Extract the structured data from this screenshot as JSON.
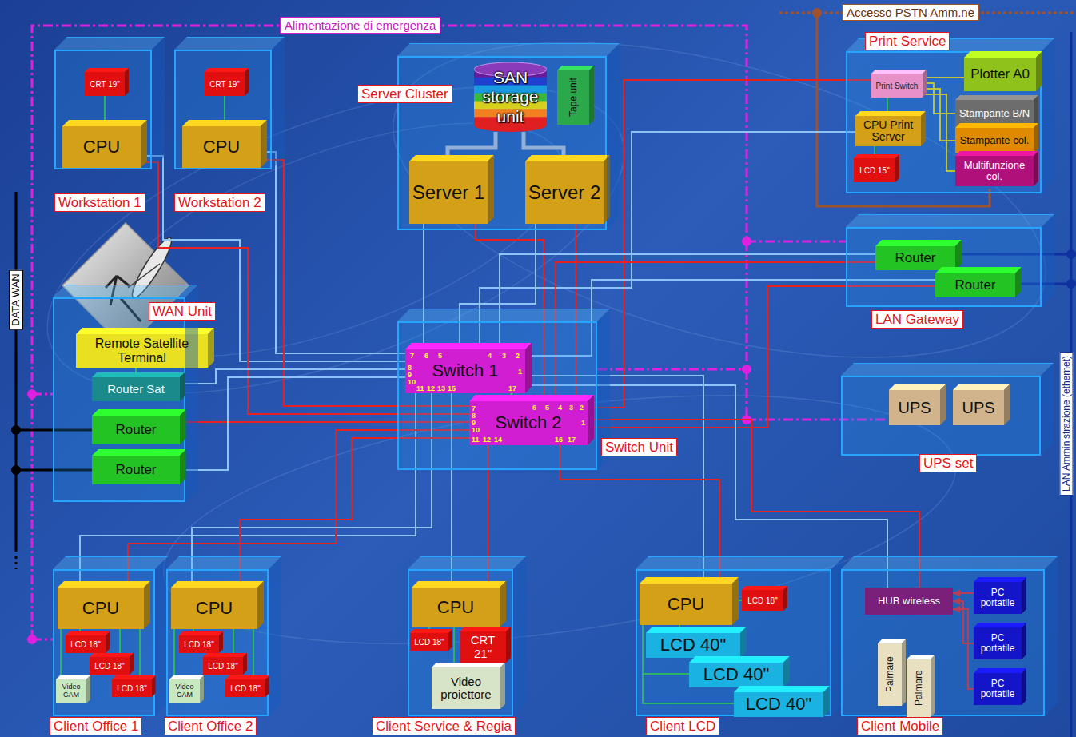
{
  "diagram": {
    "nodes": [
      {
        "text": [
          "Workstation 1"
        ]
      },
      {
        "text": [
          "CRT 19\""
        ],
        "in": 0
      },
      {
        "text": [
          "CPU"
        ],
        "in": 0
      },
      {
        "text": [
          "Workstation 2"
        ]
      },
      {
        "text": [
          "CRT 19\""
        ],
        "in": 3
      },
      {
        "text": [
          "CPU"
        ],
        "in": 3
      },
      {
        "text": [
          "Server Cluster"
        ]
      },
      {
        "text": [
          "SAN storage unit"
        ],
        "in": 6
      },
      {
        "text": [
          "Tape unit"
        ],
        "in": 6
      },
      {
        "text": [
          "Server 1"
        ],
        "in": 6
      },
      {
        "text": [
          "Server 2"
        ],
        "in": 6
      },
      {
        "text": [
          "Print Service"
        ]
      },
      {
        "text": [
          "Print Switch"
        ],
        "in": 11
      },
      {
        "text": [
          "Plotter A0"
        ],
        "in": 11
      },
      {
        "text": [
          "CPU Print Server"
        ],
        "in": 11
      },
      {
        "text": [
          "Stampante B/N"
        ],
        "in": 11
      },
      {
        "text": [
          "Stampante col."
        ],
        "in": 11
      },
      {
        "text": [
          "Multifunzione col."
        ],
        "in": 11
      },
      {
        "text": [
          "LCD 15\""
        ],
        "in": 11
      },
      {
        "text": [
          "WAN Unit"
        ]
      },
      {
        "text": [
          "Remote Satellite Terminal"
        ],
        "in": 19
      },
      {
        "text": [
          "Router Sat"
        ],
        "in": 19
      },
      {
        "text": [
          "Router"
        ],
        "in": 19
      },
      {
        "text": [
          "Router"
        ],
        "in": 19
      },
      {
        "text": [
          "Switch Unit"
        ]
      },
      {
        "text": [
          "Switch 1"
        ],
        "in": 24
      },
      {
        "text": [
          "Switch 2"
        ],
        "in": 24
      },
      {
        "text": [
          "LAN Gateway"
        ]
      },
      {
        "text": [
          "Router"
        ],
        "in": 27
      },
      {
        "text": [
          "Router"
        ],
        "in": 27
      },
      {
        "text": [
          "UPS set"
        ]
      },
      {
        "text": [
          "UPS"
        ],
        "in": 30
      },
      {
        "text": [
          "UPS"
        ],
        "in": 30
      },
      {
        "text": [
          "Client Office 1"
        ]
      },
      {
        "text": [
          "CPU"
        ],
        "in": 33
      },
      {
        "text": [
          "LCD 18\""
        ],
        "in": 33
      },
      {
        "text": [
          "LCD 18\""
        ],
        "in": 33
      },
      {
        "text": [
          "LCD 18\""
        ],
        "in": 33
      },
      {
        "text": [
          "Video CAM"
        ],
        "in": 33
      },
      {
        "text": [
          "Client Office 2"
        ]
      },
      {
        "text": [
          "CPU"
        ],
        "in": 39
      },
      {
        "text": [
          "LCD 18\""
        ],
        "in": 39
      },
      {
        "text": [
          "LCD 18\""
        ],
        "in": 39
      },
      {
        "text": [
          "LCD 18\""
        ],
        "in": 39
      },
      {
        "text": [
          "Video CAM"
        ],
        "in": 39
      },
      {
        "text": [
          "Client Service & Regia"
        ]
      },
      {
        "text": [
          "CPU"
        ],
        "in": 45
      },
      {
        "text": [
          "LCD 18\""
        ],
        "in": 45
      },
      {
        "text": [
          "CRT 21\""
        ],
        "in": 45
      },
      {
        "text": [
          "Video proiettore"
        ],
        "in": 45
      },
      {
        "text": [
          "Client LCD"
        ]
      },
      {
        "text": [
          "CPU"
        ],
        "in": 50
      },
      {
        "text": [
          "LCD 18\""
        ],
        "in": 50
      },
      {
        "text": [
          "LCD 40\""
        ],
        "in": 50
      },
      {
        "text": [
          "LCD 40\""
        ],
        "in": 50
      },
      {
        "text": [
          "LCD 40\""
        ],
        "in": 50
      },
      {
        "text": [
          "Client Mobile"
        ]
      },
      {
        "text": [
          "HUB wireless"
        ],
        "in": 56
      },
      {
        "text": [
          "PC portatile"
        ],
        "in": 56
      },
      {
        "text": [
          "PC portatile"
        ],
        "in": 56
      },
      {
        "text": [
          "PC portatile"
        ],
        "in": 56
      },
      {
        "text": [
          "Palmare"
        ],
        "in": 56
      },
      {
        "text": [
          "Palmare"
        ],
        "in": 56
      }
    ],
    "edges": [
      {
        "from": 1,
        "to": 2,
        "arrow": "none"
      },
      {
        "from": 4,
        "to": 5,
        "arrow": "none"
      },
      {
        "from": 7,
        "to": 9,
        "arrow": "none"
      },
      {
        "from": 7,
        "to": 10,
        "arrow": "none"
      },
      {
        "from": 14,
        "to": 12,
        "arrow": "none"
      },
      {
        "from": 12,
        "to": 13,
        "arrow": "none"
      },
      {
        "from": 12,
        "to": 15,
        "arrow": "none"
      },
      {
        "from": 12,
        "to": 16,
        "arrow": "none"
      },
      {
        "from": 12,
        "to": 17,
        "arrow": "none"
      },
      {
        "from": 18,
        "to": 14,
        "arrow": "none"
      },
      {
        "from": 20,
        "to": 21,
        "arrow": "none"
      },
      {
        "from": 2,
        "to": 25,
        "arrow": "none"
      },
      {
        "from": 2,
        "to": 26,
        "arrow": "none"
      },
      {
        "from": 5,
        "to": 25,
        "arrow": "none"
      },
      {
        "from": 5,
        "to": 26,
        "arrow": "none"
      },
      {
        "from": 9,
        "to": 25,
        "arrow": "none"
      },
      {
        "from": 9,
        "to": 26,
        "arrow": "none"
      },
      {
        "from": 10,
        "to": 25,
        "arrow": "none"
      },
      {
        "from": 10,
        "to": 26,
        "arrow": "none"
      },
      {
        "from": 12,
        "to": 26,
        "arrow": "none"
      },
      {
        "from": 14,
        "to": 25,
        "arrow": "none"
      },
      {
        "from": 28,
        "to": 25,
        "arrow": "none"
      },
      {
        "from": 28,
        "to": 26,
        "arrow": "none"
      },
      {
        "from": 29,
        "to": 25,
        "arrow": "none"
      },
      {
        "from": 29,
        "to": 26,
        "arrow": "none"
      },
      {
        "from": 21,
        "to": 25,
        "arrow": "none"
      },
      {
        "from": 22,
        "to": 26,
        "arrow": "none"
      },
      {
        "from": 23,
        "to": 25,
        "arrow": "none"
      },
      {
        "from": 25,
        "to": 26,
        "arrow": "none"
      },
      {
        "from": 34,
        "to": 25,
        "arrow": "none"
      },
      {
        "from": 34,
        "to": 26,
        "arrow": "none"
      },
      {
        "from": 40,
        "to": 25,
        "arrow": "none"
      },
      {
        "from": 40,
        "to": 26,
        "arrow": "none"
      },
      {
        "from": 46,
        "to": 25,
        "arrow": "none"
      },
      {
        "from": 46,
        "to": 26,
        "arrow": "none"
      },
      {
        "from": 51,
        "to": 25,
        "arrow": "none"
      },
      {
        "from": 51,
        "to": 26,
        "arrow": "none"
      },
      {
        "from": 57,
        "to": 25,
        "arrow": "none"
      },
      {
        "from": 57,
        "to": 26,
        "arrow": "none"
      },
      {
        "from": 35,
        "to": 34,
        "arrow": "none"
      },
      {
        "from": 36,
        "to": 34,
        "arrow": "none"
      },
      {
        "from": 37,
        "to": 34,
        "arrow": "none"
      },
      {
        "from": 38,
        "to": 34,
        "arrow": "none"
      },
      {
        "from": 41,
        "to": 40,
        "arrow": "none"
      },
      {
        "from": 42,
        "to": 40,
        "arrow": "none"
      },
      {
        "from": 43,
        "to": 40,
        "arrow": "none"
      },
      {
        "from": 44,
        "to": 40,
        "arrow": "none"
      },
      {
        "from": 47,
        "to": 46,
        "arrow": "none"
      },
      {
        "from": 48,
        "to": 46,
        "arrow": "none"
      },
      {
        "from": 49,
        "to": 46,
        "arrow": "none"
      },
      {
        "from": 52,
        "to": 51,
        "arrow": "none"
      },
      {
        "from": 53,
        "to": 51,
        "arrow": "none"
      },
      {
        "from": 54,
        "to": 51,
        "arrow": "none"
      },
      {
        "from": 55,
        "to": 51,
        "arrow": "none"
      },
      {
        "from": 58,
        "to": 57,
        "arrow": "to"
      },
      {
        "from": 59,
        "to": 57,
        "arrow": "to"
      },
      {
        "from": 60,
        "to": 57,
        "arrow": "to"
      }
    ],
    "labels": [
      "Alimentazione di emergenza",
      "Accesso PSTN Amm.ne",
      "DATA WAN",
      "LAN Amministrazione (ethernet)",
      "7",
      "6",
      "5",
      "4",
      "3",
      "2",
      "8",
      "9",
      "10",
      "11",
      "12",
      "13",
      "15",
      "1",
      "17",
      "6",
      "5",
      "4",
      "3",
      "2",
      "7",
      "8",
      "9",
      "10",
      "11",
      "12",
      "14",
      "1",
      "16",
      "17"
    ]
  }
}
